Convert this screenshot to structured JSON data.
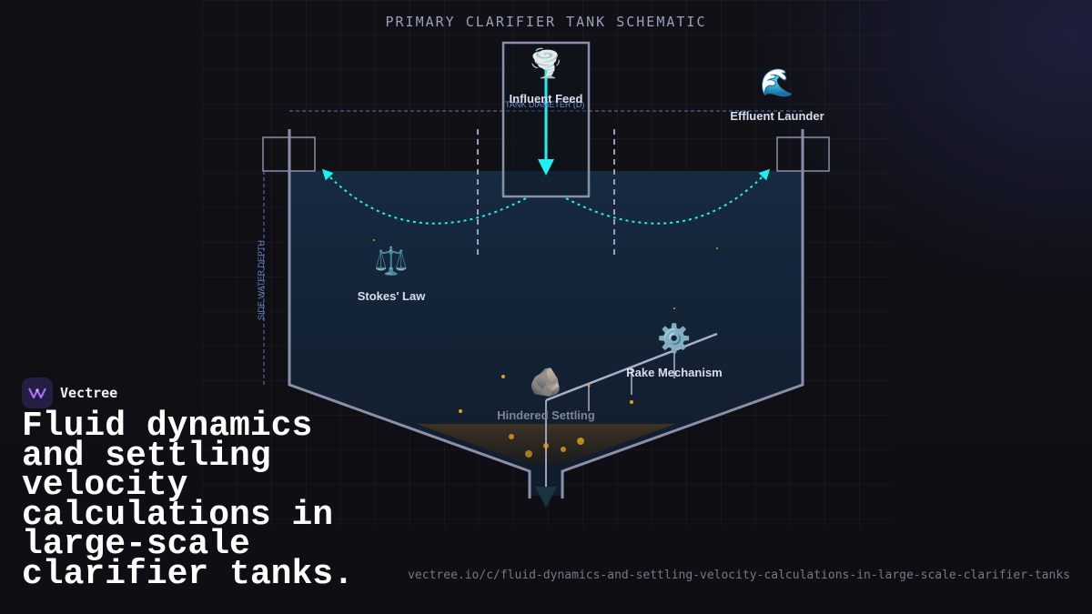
{
  "diagram": {
    "title": "PRIMARY CLARIFIER TANK SCHEMATIC",
    "dimensions": {
      "tank_diameter": "TANK DIAMETER (D)",
      "side_water_depth": "SIDE WATER DEPTH"
    },
    "components": [
      {
        "id": "influent_feed",
        "label": "Influent Feed",
        "icon": "tornado-icon",
        "glyph": "🌪️"
      },
      {
        "id": "effluent_launder",
        "label": "Effluent Launder",
        "icon": "wave-icon",
        "glyph": "🌊"
      },
      {
        "id": "stokes_law",
        "label": "Stokes' Law",
        "icon": "balance-scale-icon",
        "glyph": "⚖️"
      },
      {
        "id": "rake_mechanism",
        "label": "Rake Mechanism",
        "icon": "gear-icon",
        "glyph": "⚙️"
      },
      {
        "id": "hindered_settling",
        "label": "Hindered Settling",
        "icon": "rock-icon",
        "glyph": "🪨"
      }
    ],
    "colors": {
      "flow": "#1ef0f0",
      "tank_wall": "#8a90aa",
      "water": "#14263a",
      "particles": "#e0a020",
      "sludge": "#3a2e20"
    }
  },
  "brand": {
    "name": "Vectree",
    "logo_icon": "vectree-logo-icon"
  },
  "headline": "Fluid dynamics and settling velocity calculations in large-scale clarifier tanks.",
  "url": "vectree.io/c/fluid-dynamics-and-settling-velocity-calculations-in-large-scale-clarifier-tanks"
}
